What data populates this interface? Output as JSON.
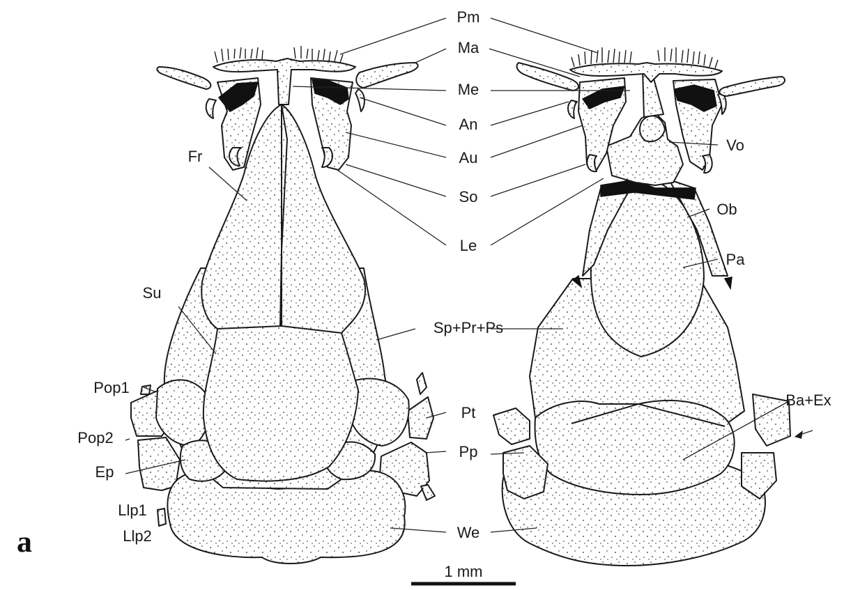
{
  "panel_label": "a",
  "labels": {
    "pm": "Pm",
    "ma": "Ma",
    "me": "Me",
    "an": "An",
    "au": "Au",
    "so": "So",
    "le": "Le",
    "fr": "Fr",
    "su": "Su",
    "sp_pr_ps": "Sp+Pr+Ps",
    "pt": "Pt",
    "pp": "Pp",
    "we": "We",
    "pop1": "Pop1",
    "pop2": "Pop2",
    "ep": "Ep",
    "llp1": "Llp1",
    "llp2": "Llp2",
    "vo": "Vo",
    "ob": "Ob",
    "pa": "Pa",
    "ba_ex": "Ba+Ex"
  },
  "scale_bar": {
    "label": "1 mm"
  },
  "colors": {
    "ink": "#1a1a1a",
    "background": "#ffffff"
  }
}
